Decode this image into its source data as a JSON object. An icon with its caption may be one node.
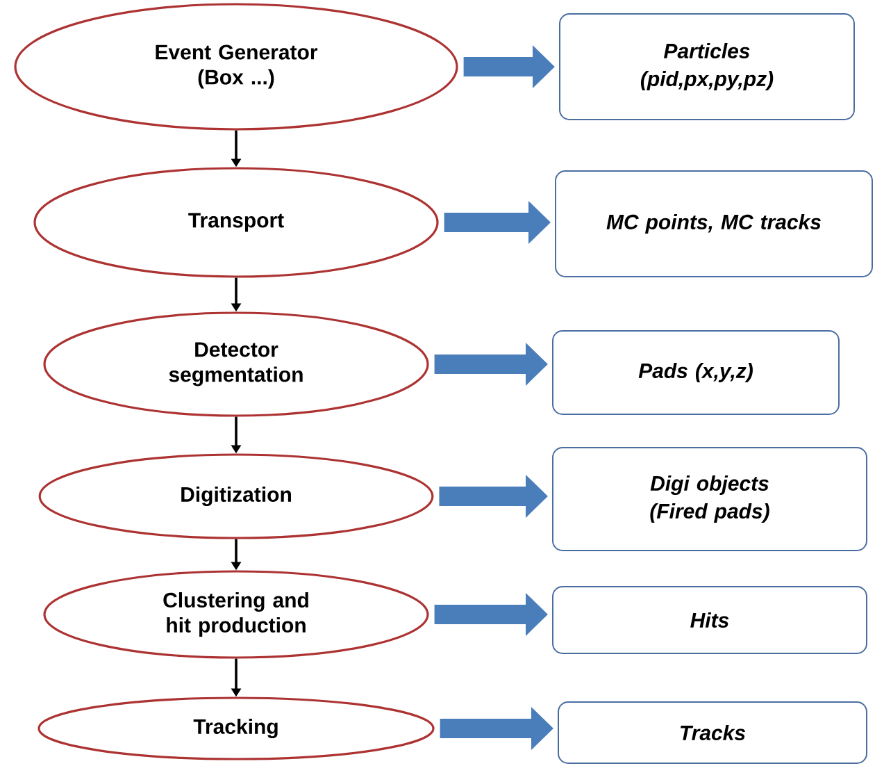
{
  "diagram": {
    "nodes": [
      {
        "text": [
          "Event Generator (Box ...)"
        ]
      },
      {
        "text": [
          "Particles (pid,px,py,pz)"
        ]
      },
      {
        "text": [
          "Transport"
        ]
      },
      {
        "text": [
          "MC points, MC tracks"
        ]
      },
      {
        "text": [
          "Detector segmentation"
        ]
      },
      {
        "text": [
          "Pads (x,y,z)"
        ]
      },
      {
        "text": [
          "Digitization"
        ]
      },
      {
        "text": [
          "Digi objects (Fired pads)"
        ]
      },
      {
        "text": [
          "Clustering and hit production"
        ]
      },
      {
        "text": [
          "Hits"
        ]
      },
      {
        "text": [
          "Tracking"
        ]
      },
      {
        "text": [
          "Tracks"
        ]
      }
    ],
    "edges": [
      {
        "from": 0,
        "to": 1,
        "arrow": "to"
      },
      {
        "from": 0,
        "to": 2,
        "arrow": "to",
        "color": "#000000"
      },
      {
        "from": 2,
        "to": 3,
        "arrow": "to"
      },
      {
        "from": 2,
        "to": 4,
        "arrow": "to",
        "color": "#000000"
      },
      {
        "from": 4,
        "to": 5,
        "arrow": "to"
      },
      {
        "from": 4,
        "to": 6,
        "arrow": "to",
        "color": "#000000"
      },
      {
        "from": 6,
        "to": 7,
        "arrow": "to"
      },
      {
        "from": 6,
        "to": 8,
        "arrow": "to",
        "color": "#000000"
      },
      {
        "from": 8,
        "to": 9,
        "arrow": "to"
      },
      {
        "from": 8,
        "to": 10,
        "arrow": "to",
        "color": "#000000"
      },
      {
        "from": 10,
        "to": 11,
        "arrow": "to"
      }
    ]
  }
}
